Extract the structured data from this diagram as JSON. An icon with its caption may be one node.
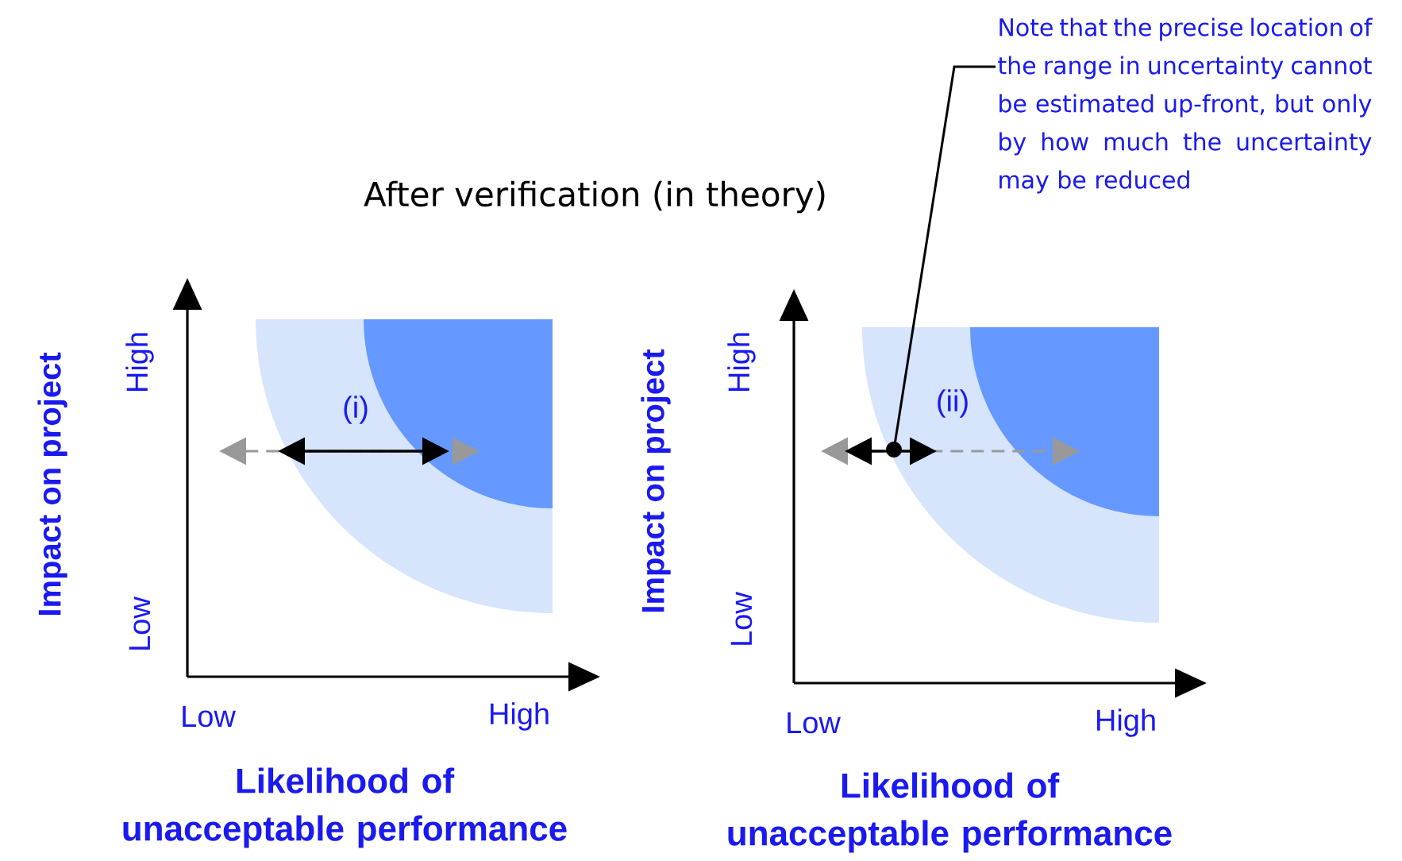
{
  "diagram": {
    "title": "After verification (in theory)",
    "nodes": [
      {
        "text": [
          "Note that the precise location of the range in uncertainty cannot be estimated up-front, but only by how much the uncertainty may be reduced"
        ]
      },
      {
        "text": [],
        "shape": "circle"
      }
    ],
    "edges": [
      {
        "from": 0,
        "to": 1,
        "arrow": "none"
      }
    ],
    "labels": [
      "High",
      "Low",
      "Impact on project",
      "Low",
      "High",
      "Likelihood of unacceptable performance",
      "(i)",
      "High",
      "Low",
      "Impact on project",
      "Low",
      "High",
      "Likelihood of unacceptable performance",
      "(ii)"
    ]
  }
}
